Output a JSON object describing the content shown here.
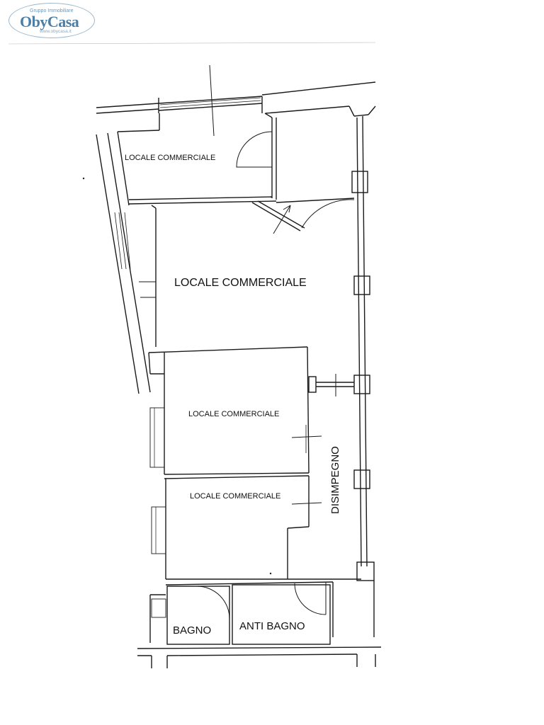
{
  "logo": {
    "tagline": "Gruppo Immobiliare",
    "brand": "ObyCasa",
    "url": "www.obycasa.it"
  },
  "rooms": {
    "top_left": "LOCALE COMMERCIALE",
    "main": "LOCALE COMMERCIALE",
    "middle": "LOCALE COMMERCIALE",
    "lower": "LOCALE COMMERCIALE",
    "corridor": "DISIMPEGNO",
    "bathroom": "BAGNO",
    "ante_bathroom": "ANTI BAGNO"
  },
  "colors": {
    "line": "#1a1a1a",
    "logo_blue": "#4d7fa6"
  }
}
